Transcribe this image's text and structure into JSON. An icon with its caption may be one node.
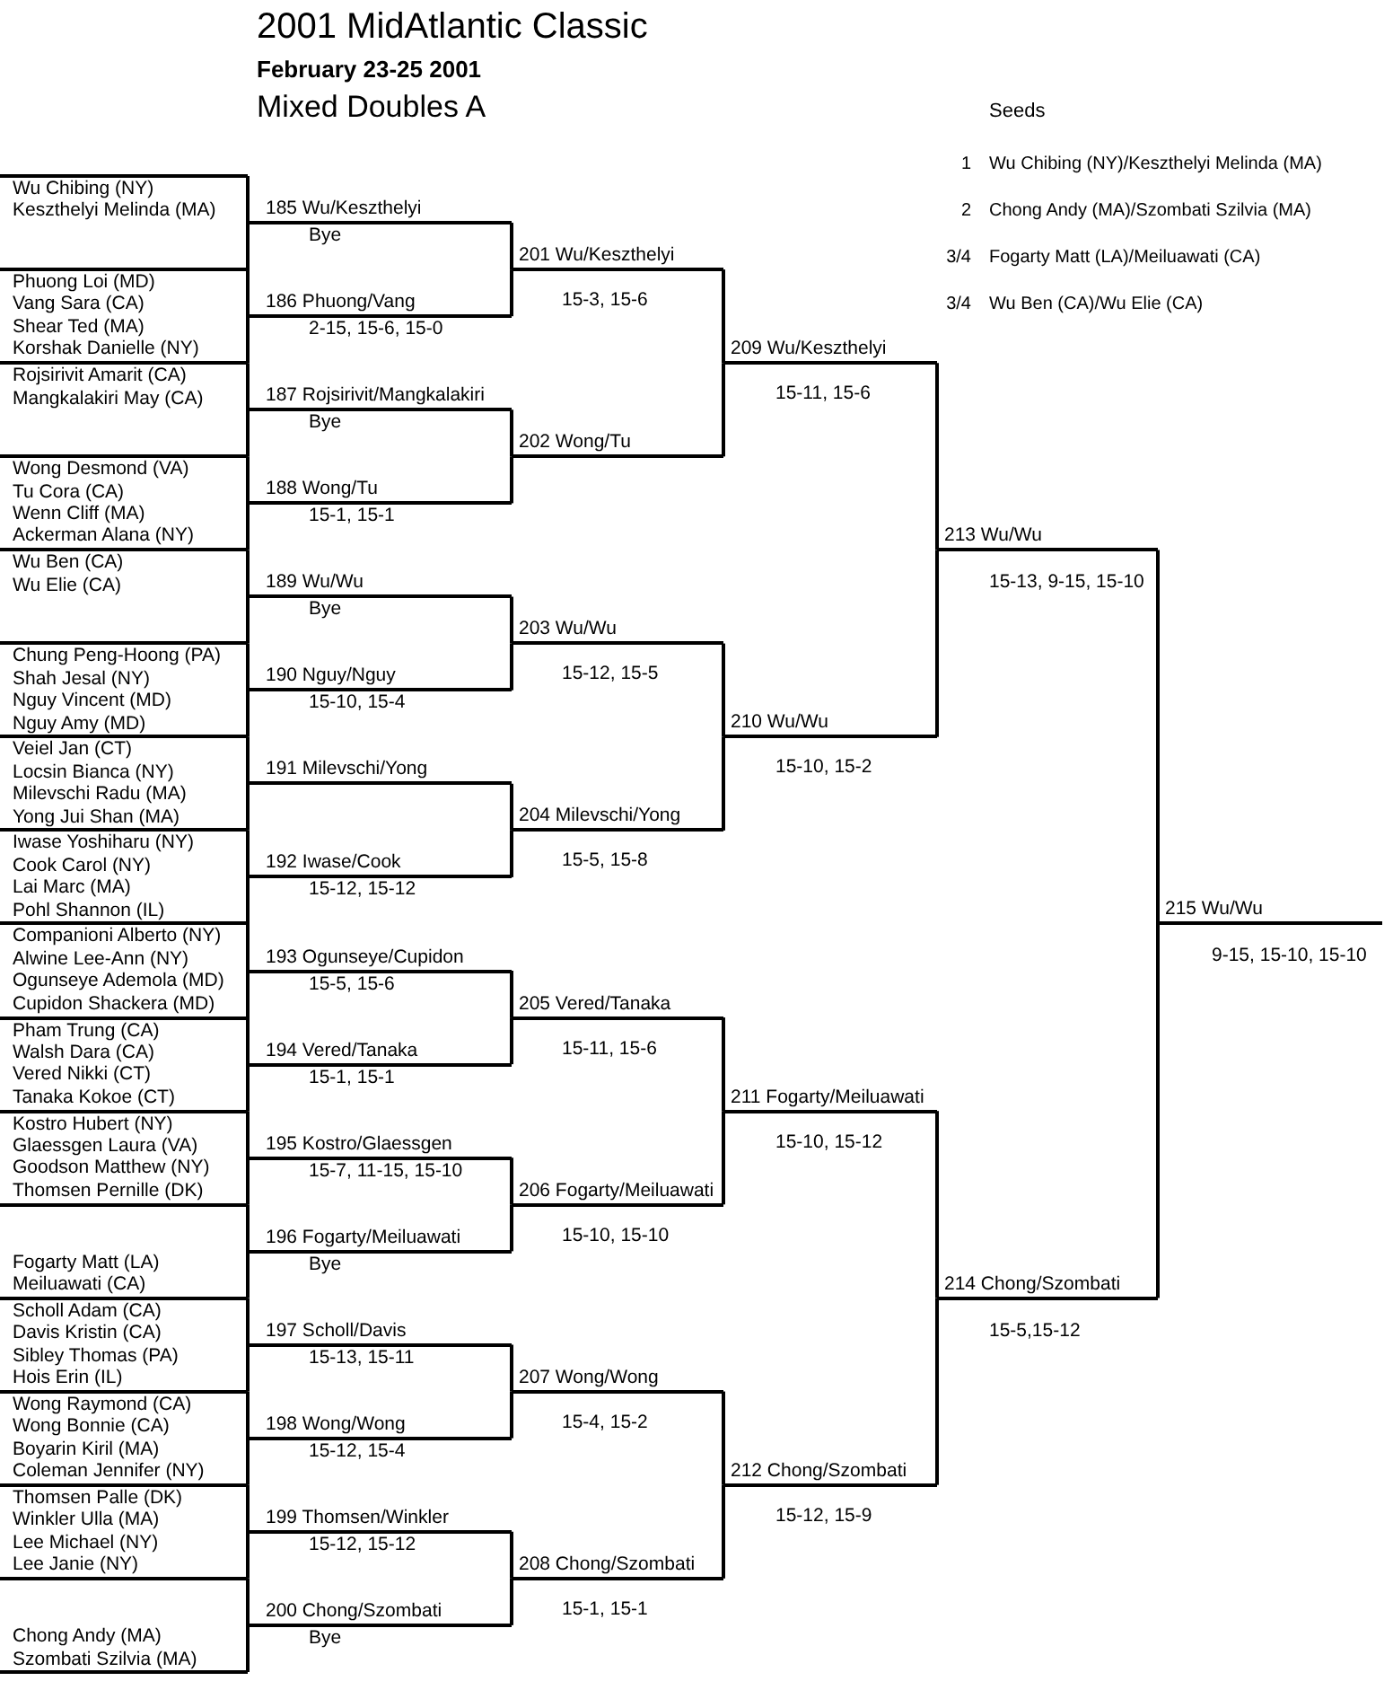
{
  "diagram": {
    "title": "2001 MidAtlantic Classic",
    "nodes": [
      {
        "text": [
          "Wu Chibing (NY)",
          "Keszthelyi Melinda (MA)"
        ]
      },
      {
        "text": [
          "Phuong Loi (MD)",
          "Vang Sara (CA)",
          "Shear Ted (MA)",
          "Korshak Danielle (NY)"
        ]
      },
      {
        "text": [
          "Rojsirivit Amarit (CA)",
          "Mangkalakiri May (CA)"
        ]
      },
      {
        "text": [
          "Wong Desmond (VA)",
          "Tu Cora (CA)",
          "Wenn Cliff (MA)",
          "Ackerman Alana (NY)"
        ]
      },
      {
        "text": [
          "Wu Ben (CA)",
          "Wu Elie (CA)"
        ]
      },
      {
        "text": [
          "Chung Peng-Hoong (PA)",
          "Shah Jesal (NY)",
          "Nguy Vincent (MD)",
          "Nguy Amy (MD)"
        ]
      },
      {
        "text": [
          "Veiel Jan (CT)",
          "Locsin Bianca (NY)",
          "Milevschi Radu (MA)",
          "Yong Jui Shan (MA)"
        ]
      },
      {
        "text": [
          "Iwase Yoshiharu (NY)",
          "Cook Carol (NY)",
          "Lai Marc (MA)",
          "Pohl Shannon (IL)"
        ]
      },
      {
        "text": [
          "Companioni Alberto (NY)",
          "Alwine Lee-Ann (NY)",
          "Ogunseye Ademola (MD)",
          "Cupidon Shackera (MD)"
        ]
      },
      {
        "text": [
          "Pham Trung (CA)",
          "Walsh Dara (CA)",
          "Vered Nikki (CT)",
          "Tanaka Kokoe (CT)"
        ]
      },
      {
        "text": [
          "Kostro Hubert (NY)",
          "Glaessgen Laura (VA)",
          "Goodson Matthew (NY)",
          "Thomsen Pernille (DK)"
        ]
      },
      {
        "text": [
          "Fogarty Matt (LA)",
          "Meiluawati (CA)"
        ]
      },
      {
        "text": [
          "Scholl Adam (CA)",
          "Davis Kristin (CA)",
          "Sibley Thomas (PA)",
          "Hois Erin (IL)"
        ]
      },
      {
        "text": [
          "Wong Raymond (CA)",
          "Wong Bonnie (CA)",
          "Boyarin Kiril (MA)",
          "Coleman Jennifer (NY)"
        ]
      },
      {
        "text": [
          "Thomsen Palle (DK)",
          "Winkler Ulla (MA)",
          "Lee Michael (NY)",
          "Lee Janie (NY)"
        ]
      },
      {
        "text": [
          "Chong Andy (MA)",
          "Szombati Szilvia (MA)"
        ]
      },
      {
        "text": [
          "185 Wu/Keszthelyi"
        ],
        "beside": [
          "Bye"
        ]
      },
      {
        "text": [
          "186 Phuong/Vang"
        ],
        "beside": [
          "2-15, 15-6, 15-0"
        ]
      },
      {
        "text": [
          "187 Rojsirivit/Mangkalakiri"
        ],
        "beside": [
          "Bye"
        ]
      },
      {
        "text": [
          "188 Wong/Tu"
        ],
        "beside": [
          "15-1, 15-1"
        ]
      },
      {
        "text": [
          "189 Wu/Wu"
        ],
        "beside": [
          "Bye"
        ]
      },
      {
        "text": [
          "190 Nguy/Nguy"
        ],
        "beside": [
          "15-10, 15-4"
        ]
      },
      {
        "text": [
          "191 Milevschi/Yong"
        ]
      },
      {
        "text": [
          "192 Iwase/Cook"
        ],
        "beside": [
          "15-12, 15-12"
        ]
      },
      {
        "text": [
          "193 Ogunseye/Cupidon"
        ],
        "beside": [
          "15-5, 15-6"
        ]
      },
      {
        "text": [
          "194 Vered/Tanaka"
        ],
        "beside": [
          "15-1, 15-1"
        ]
      },
      {
        "text": [
          "195 Kostro/Glaessgen"
        ],
        "beside": [
          "15-7, 11-15, 15-10"
        ]
      },
      {
        "text": [
          "196 Fogarty/Meiluawati"
        ],
        "beside": [
          "Bye"
        ]
      },
      {
        "text": [
          "197 Scholl/Davis"
        ],
        "beside": [
          "15-13, 15-11"
        ]
      },
      {
        "text": [
          "198 Wong/Wong"
        ],
        "beside": [
          "15-12, 15-4"
        ]
      },
      {
        "text": [
          "199 Thomsen/Winkler"
        ],
        "beside": [
          "15-12, 15-12"
        ]
      },
      {
        "text": [
          "200 Chong/Szombati"
        ],
        "beside": [
          "Bye"
        ]
      },
      {
        "text": [
          "201 Wu/Keszthelyi"
        ],
        "beside": [
          "15-3, 15-6"
        ]
      },
      {
        "text": [
          "202 Wong/Tu"
        ]
      },
      {
        "text": [
          "203 Wu/Wu"
        ],
        "beside": [
          "15-12, 15-5"
        ]
      },
      {
        "text": [
          "204 Milevschi/Yong"
        ],
        "beside": [
          "15-5, 15-8"
        ]
      },
      {
        "text": [
          "205 Vered/Tanaka"
        ],
        "beside": [
          "15-11, 15-6"
        ]
      },
      {
        "text": [
          "206 Fogarty/Meiluawati"
        ],
        "beside": [
          "15-10, 15-10"
        ]
      },
      {
        "text": [
          "207 Wong/Wong"
        ],
        "beside": [
          "15-4, 15-2"
        ]
      },
      {
        "text": [
          "208 Chong/Szombati"
        ],
        "beside": [
          "15-1, 15-1"
        ]
      },
      {
        "text": [
          "209 Wu/Keszthelyi"
        ],
        "beside": [
          "15-11, 15-6"
        ]
      },
      {
        "text": [
          "210 Wu/Wu"
        ],
        "beside": [
          "15-10, 15-2"
        ]
      },
      {
        "text": [
          "211 Fogarty/Meiluawati"
        ],
        "beside": [
          "15-10, 15-12"
        ]
      },
      {
        "text": [
          "212 Chong/Szombati"
        ],
        "beside": [
          "15-12, 15-9"
        ]
      },
      {
        "text": [
          "213 Wu/Wu"
        ],
        "beside": [
          "15-13, 9-15, 15-10"
        ]
      },
      {
        "text": [
          "214 Chong/Szombati"
        ],
        "beside": [
          "15-5,15-12"
        ]
      },
      {
        "text": [
          "215 Wu/Wu"
        ],
        "beside": [
          "9-15, 15-10, 15-10"
        ]
      }
    ],
    "edges": [
      {
        "from": 0,
        "to": 16,
        "arrow": "none"
      },
      {
        "from": 1,
        "to": 17,
        "arrow": "none"
      },
      {
        "from": 2,
        "to": 18,
        "arrow": "none"
      },
      {
        "from": 3,
        "to": 19,
        "arrow": "none"
      },
      {
        "from": 4,
        "to": 20,
        "arrow": "none"
      },
      {
        "from": 5,
        "to": 21,
        "arrow": "none"
      },
      {
        "from": 6,
        "to": 22,
        "arrow": "none"
      },
      {
        "from": 7,
        "to": 23,
        "arrow": "none"
      },
      {
        "from": 8,
        "to": 24,
        "arrow": "none"
      },
      {
        "from": 9,
        "to": 25,
        "arrow": "none"
      },
      {
        "from": 10,
        "to": 26,
        "arrow": "none"
      },
      {
        "from": 11,
        "to": 27,
        "arrow": "none"
      },
      {
        "from": 12,
        "to": 28,
        "arrow": "none"
      },
      {
        "from": 13,
        "to": 29,
        "arrow": "none"
      },
      {
        "from": 14,
        "to": 30,
        "arrow": "none"
      },
      {
        "from": 15,
        "to": 31,
        "arrow": "none"
      },
      {
        "from": 16,
        "to": 32,
        "arrow": "none"
      },
      {
        "from": 17,
        "to": 32,
        "arrow": "none"
      },
      {
        "from": 18,
        "to": 33,
        "arrow": "none"
      },
      {
        "from": 19,
        "to": 33,
        "arrow": "none"
      },
      {
        "from": 20,
        "to": 34,
        "arrow": "none"
      },
      {
        "from": 21,
        "to": 34,
        "arrow": "none"
      },
      {
        "from": 22,
        "to": 35,
        "arrow": "none"
      },
      {
        "from": 23,
        "to": 35,
        "arrow": "none"
      },
      {
        "from": 24,
        "to": 36,
        "arrow": "none"
      },
      {
        "from": 25,
        "to": 36,
        "arrow": "none"
      },
      {
        "from": 26,
        "to": 37,
        "arrow": "none"
      },
      {
        "from": 27,
        "to": 37,
        "arrow": "none"
      },
      {
        "from": 28,
        "to": 38,
        "arrow": "none"
      },
      {
        "from": 29,
        "to": 38,
        "arrow": "none"
      },
      {
        "from": 30,
        "to": 39,
        "arrow": "none"
      },
      {
        "from": 31,
        "to": 39,
        "arrow": "none"
      },
      {
        "from": 32,
        "to": 40,
        "arrow": "none"
      },
      {
        "from": 33,
        "to": 40,
        "arrow": "none"
      },
      {
        "from": 34,
        "to": 41,
        "arrow": "none"
      },
      {
        "from": 35,
        "to": 41,
        "arrow": "none"
      },
      {
        "from": 36,
        "to": 42,
        "arrow": "none"
      },
      {
        "from": 37,
        "to": 42,
        "arrow": "none"
      },
      {
        "from": 38,
        "to": 43,
        "arrow": "none"
      },
      {
        "from": 39,
        "to": 43,
        "arrow": "none"
      },
      {
        "from": 40,
        "to": 44,
        "arrow": "none"
      },
      {
        "from": 41,
        "to": 44,
        "arrow": "none"
      },
      {
        "from": 42,
        "to": 45,
        "arrow": "none"
      },
      {
        "from": 43,
        "to": 45,
        "arrow": "none"
      },
      {
        "from": 44,
        "to": 46,
        "arrow": "none"
      },
      {
        "from": 45,
        "to": 46,
        "arrow": "none"
      }
    ],
    "labels": [
      "February 23-25 2001",
      "Mixed Doubles A",
      "Seeds",
      "1",
      "Wu Chibing (NY)/Keszthelyi Melinda (MA)",
      "2",
      "Chong Andy (MA)/Szombati Szilvia (MA)",
      "3/4",
      "Fogarty Matt (LA)/Meiluawati (CA)",
      "3/4",
      "Wu Ben (CA)/Wu Elie (CA)"
    ]
  }
}
